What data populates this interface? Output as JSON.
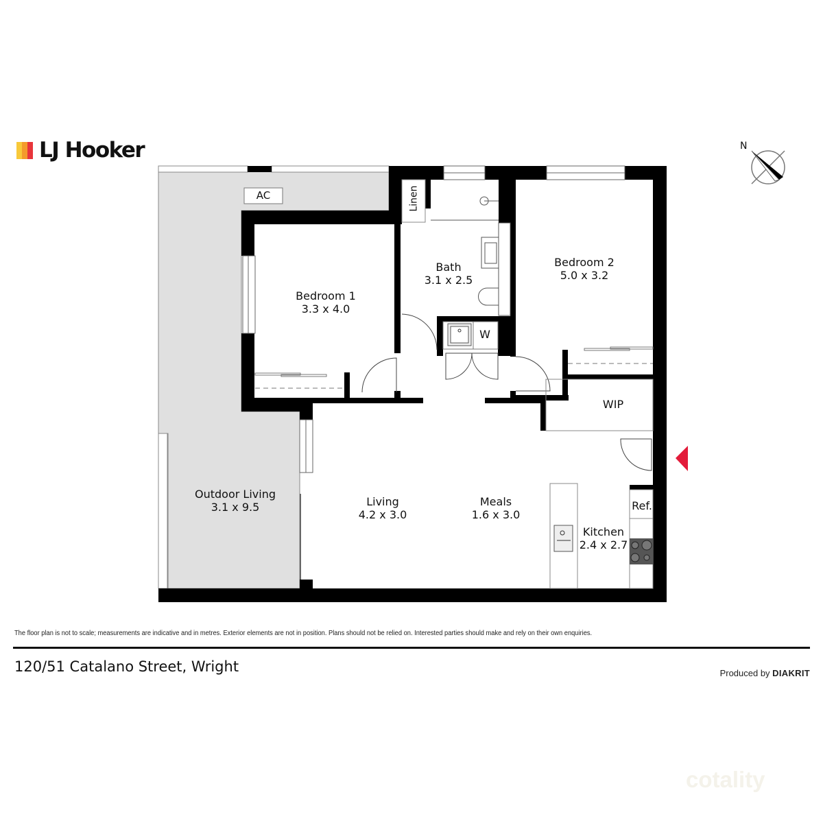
{
  "brand": {
    "name": "LJ Hooker",
    "colors": [
      "#f8c93a",
      "#f49a2c",
      "#e8353b"
    ]
  },
  "compass": {
    "label": "N"
  },
  "rooms": {
    "bedroom1": {
      "name": "Bedroom 1",
      "size": "3.3 x 4.0"
    },
    "bedroom2": {
      "name": "Bedroom 2",
      "size": "5.0 x 3.2"
    },
    "bath": {
      "name": "Bath",
      "size": "3.1 x 2.5"
    },
    "outdoor": {
      "name": "Outdoor Living",
      "size": "3.1 x 9.5"
    },
    "living": {
      "name": "Living",
      "size": "4.2 x 3.0"
    },
    "meals": {
      "name": "Meals",
      "size": "1.6 x 3.0"
    },
    "kitchen": {
      "name": "Kitchen",
      "size": "2.4 x 2.7"
    }
  },
  "fixtures": {
    "ac": "AC",
    "linen": "Linen",
    "laundry": "W",
    "wip": "WIP",
    "fridge": "Ref."
  },
  "colors": {
    "wall": "#000000",
    "outdoor_fill": "#e0e0e0",
    "entry_marker": "#e31b3a"
  },
  "footer": {
    "disclaimer": "The floor plan is not to scale; measurements are indicative and in metres. Exterior elements are not in position. Plans should not be relied on. Interested parties should make and rely on their own enquiries.",
    "address": "120/51 Catalano Street, Wright",
    "produced_prefix": "Produced by ",
    "produced_brand": "DIAKRIT",
    "watermark": "cotality"
  }
}
